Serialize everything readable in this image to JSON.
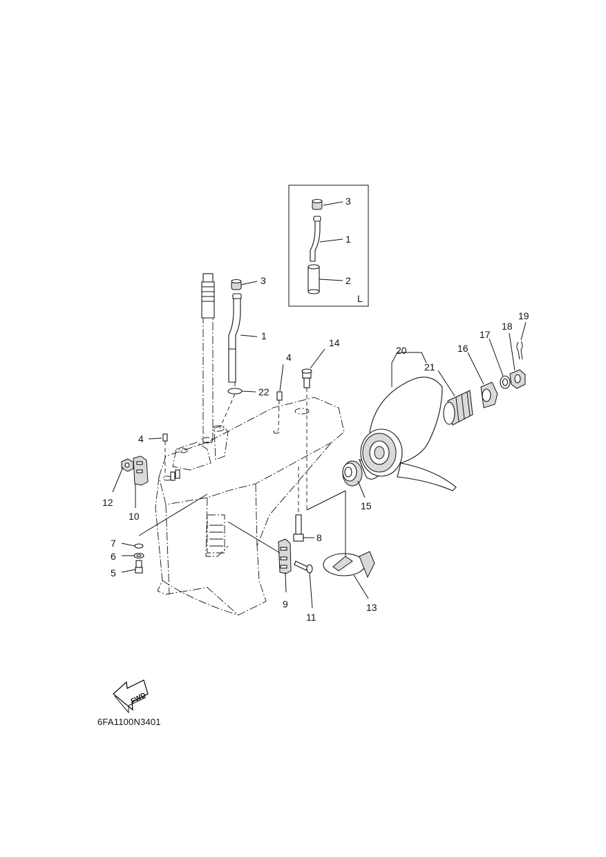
{
  "diagram": {
    "drawing_code": "6FA1100N3401",
    "fwd_label": "FWD",
    "inset_tag": "L",
    "callouts": {
      "c1": "1",
      "c2": "2",
      "c3": "3",
      "c4": "4",
      "c5": "5",
      "c6": "6",
      "c7": "7",
      "c8": "8",
      "c9": "9",
      "c10": "10",
      "c11": "11",
      "c12": "12",
      "c13": "13",
      "c14": "14",
      "c15": "15",
      "c16": "16",
      "c17": "17",
      "c18": "18",
      "c19": "19",
      "c20": "20",
      "c21": "21",
      "c22": "22"
    },
    "inset_callouts": {
      "i1": "1",
      "i2": "2",
      "i3": "3"
    }
  }
}
